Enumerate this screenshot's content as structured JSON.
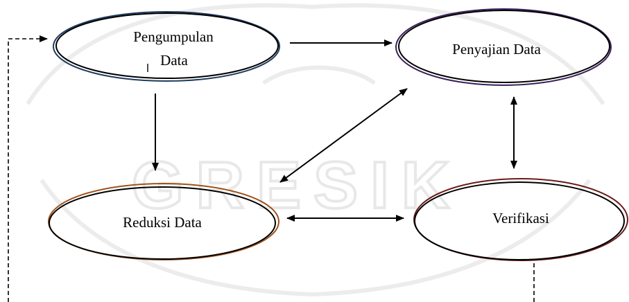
{
  "diagram": {
    "watermark_text": "GRESIK",
    "nodes": {
      "pengumpulan": {
        "line1": "Pengumpulan",
        "line2": "Data",
        "accent": "#1f3a5f"
      },
      "penyajian": {
        "label": "Penyajian Data",
        "accent": "#3a1f5a"
      },
      "reduksi": {
        "label": "Reduksi Data",
        "accent": "#a0521a"
      },
      "verifikasi": {
        "label": "Verifikasi",
        "accent": "#6b1a1a"
      }
    }
  }
}
